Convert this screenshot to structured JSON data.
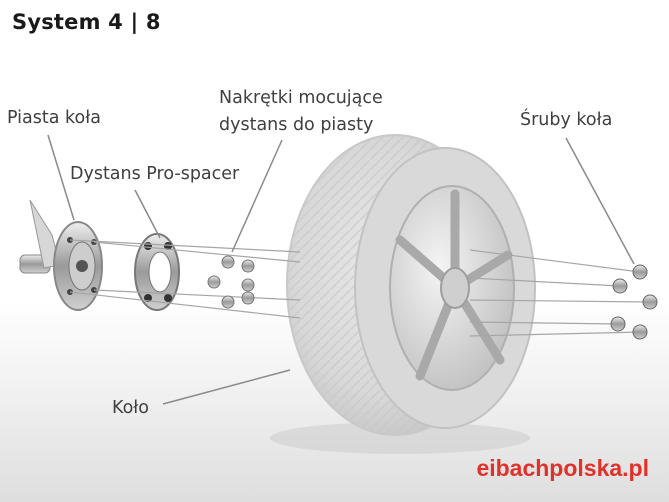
{
  "title": "System 4 | 8",
  "labels": {
    "hub": "Piasta koła",
    "spacer": "Dystans Pro-spacer",
    "nuts_line1": "Nakrętki mocujące",
    "nuts_line2": "dystans do piasty",
    "bolts": "Śruby koła",
    "wheel": "Koło"
  },
  "watermark": "eibachpolska.pl",
  "colors": {
    "leader_lines": "#8a8a8a",
    "brand": "#e0312a",
    "text": "#3f3f3f"
  }
}
